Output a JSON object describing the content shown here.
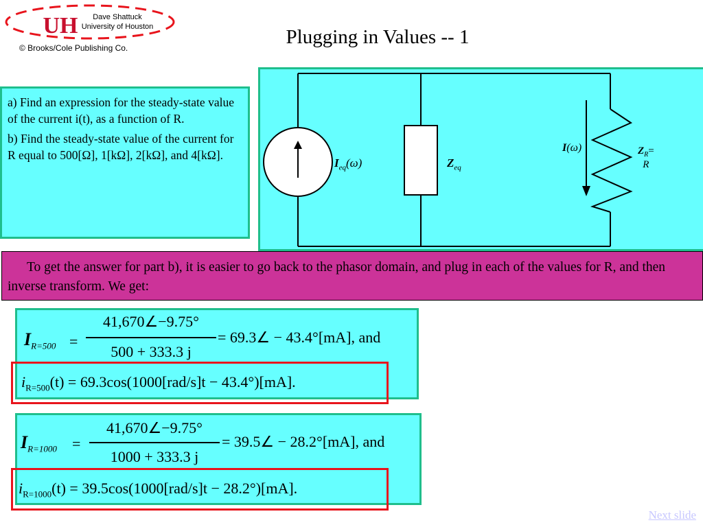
{
  "header": {
    "author": "Dave Shattuck",
    "university": "University of Houston",
    "copyright": "© Brooks/Cole Publishing Co.",
    "logo_letters": "UH",
    "logo_color": "#c8102e"
  },
  "title": "Plugging in Values -- 1",
  "problem": {
    "part_a": "a)  Find an expression for the steady-state value of the current i(t), as a function of R.",
    "part_b": "b)  Find the steady-state value of the current for R equal to 500[Ω], 1[kΩ], 2[kΩ], and 4[kΩ]."
  },
  "circuit": {
    "source_label_main": "I",
    "source_label_sub": "eq",
    "source_label_arg": "(ω)",
    "impedance_label_main": "Z",
    "impedance_label_sub": "eq",
    "current_label_main": "I",
    "current_label_arg": "(ω)",
    "resistor_label_main": "Z",
    "resistor_label_sub": "R",
    "resistor_label_eq": "=",
    "resistor_label_value": "R"
  },
  "explanation": "To get the answer for part b), it is easier to go back to the phasor domain, and plug in each of the values for R, and then inverse transform.  We get:",
  "eq500": {
    "lhs_main": "I",
    "lhs_sub": "R=500",
    "numerator": "41,670∠−9.75°",
    "denominator": "500 + 333.3 j",
    "result": "= 69.3∠ − 43.4°[mA], and",
    "time_lhs_main": "i",
    "time_lhs_sub": "R=500",
    "time_expr": "(t) = 69.3cos(1000[rad/s]t − 43.4°)[mA]."
  },
  "eq1000": {
    "lhs_main": "I",
    "lhs_sub": "R=1000",
    "numerator": "41,670∠−9.75°",
    "denominator": "1000 + 333.3 j",
    "result": "= 39.5∠ − 28.2°[mA], and",
    "time_lhs_main": "i",
    "time_lhs_sub": "R=1000",
    "time_expr": "(t) = 39.5cos(1000[rad/s]t − 28.2°)[mA]."
  },
  "nav": {
    "next_label": "Next slide"
  },
  "colors": {
    "cyan_fill": "#66ffff",
    "teal_border": "#1fbe8c",
    "magenta_fill": "#cc3399",
    "red_highlight": "#e8141c"
  }
}
